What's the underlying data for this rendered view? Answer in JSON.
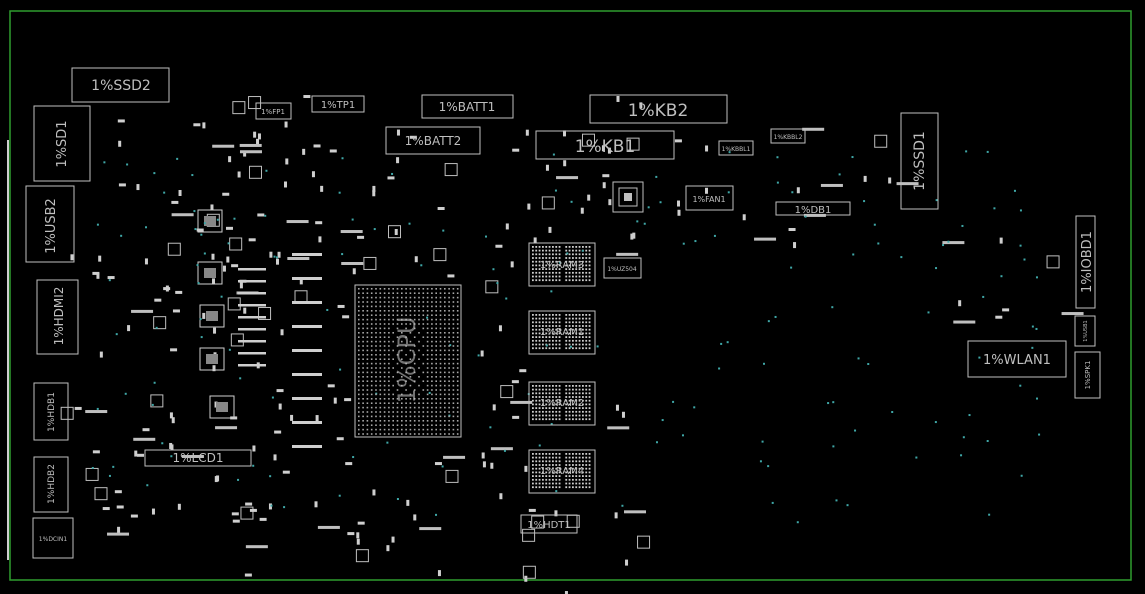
{
  "board": {
    "border_color": "#2f9e2f",
    "background": "#000000",
    "trace_color": "#bfbfbf",
    "via_color": "#3fa7a7"
  },
  "components": {
    "ssd2": "1%SSD2",
    "sd1": "1%SD1",
    "usb2": "1%USB2",
    "hdmi2": "1%HDMI2",
    "hdb1": "1%HDB1",
    "hdb2": "1%HDB2",
    "dcin1": "1%DCIN1",
    "fp1": "1%FP1",
    "tp1": "1%TP1",
    "batt1": "1%BATT1",
    "batt2": "1%BATT2",
    "kb2": "1%KB2",
    "kb1": "1%KB1",
    "kbbl1": "1%KBBL1",
    "kbbl2": "1%KBBL2",
    "fan1": "1%FAN1",
    "db1": "1%DB1",
    "ssd1": "1%SSD1",
    "iobd1": "1%IOBD1",
    "ram3": "1%RAM3",
    "ram1": "1%RAM1",
    "ram2": "1%RAM2",
    "ram4": "1%RAM4",
    "uz5": "1%UZ504",
    "cpu": "1%CPU",
    "lcd1": "1%LCD1",
    "hdt1": "1%HDT1",
    "wlan1": "1%WLAN1",
    "usb1": "1%USB1",
    "spk1": "1%SPK1"
  }
}
